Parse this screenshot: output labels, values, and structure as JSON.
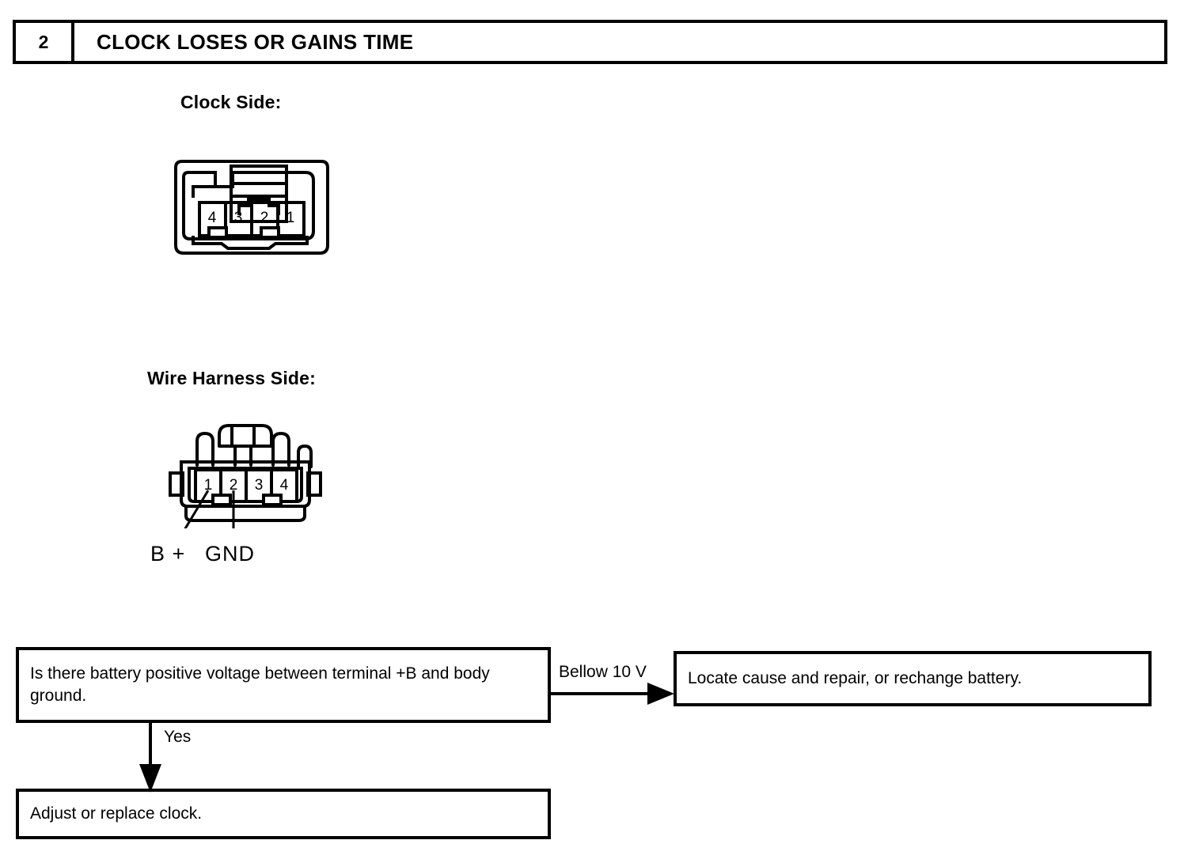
{
  "header": {
    "number": "2",
    "title": "CLOCK LOSES OR GAINS TIME"
  },
  "sections": {
    "clock_side": {
      "caption": "Clock Side:",
      "connector": {
        "pin_labels": [
          "4",
          "3",
          "2",
          "1"
        ],
        "orientation": "right-to-left",
        "pin_count": 4
      }
    },
    "wire_harness_side": {
      "caption": "Wire Harness Side:",
      "connector": {
        "pin_labels": [
          "1",
          "2",
          "3",
          "4"
        ],
        "orientation": "left-to-right",
        "pin_count": 4
      },
      "terminals": [
        {
          "label": "B +",
          "pin": "1"
        },
        {
          "label": "GND",
          "pin": "2"
        }
      ]
    }
  },
  "flowchart": {
    "question_box": "Is there battery positive voltage between terminal +B and body ground.",
    "battery_box": "Locate cause and repair, or rechange battery.",
    "adjust_box": "Adjust or replace clock.",
    "edge_bellow": "Bellow 10 V",
    "edge_yes": "Yes"
  },
  "colors": {
    "ink": "#000000",
    "paper": "#ffffff"
  }
}
